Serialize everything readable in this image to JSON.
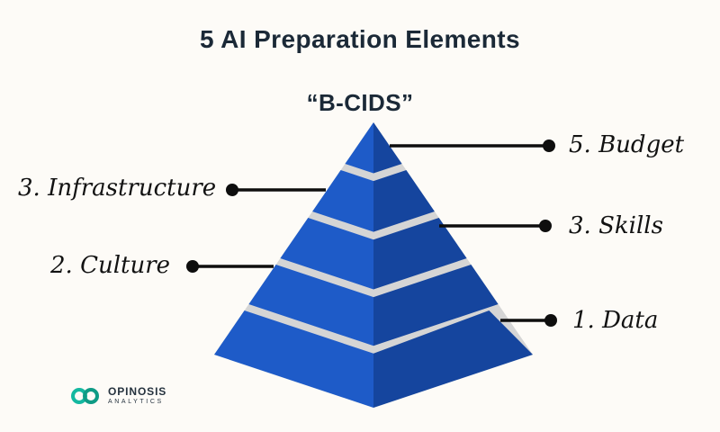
{
  "title": "5 AI Preparation Elements",
  "acronym": "“B-CIDS”",
  "callouts": {
    "budget": {
      "label": "5. Budget",
      "side": "right"
    },
    "infrastructure": {
      "label": "3. Infrastructure",
      "side": "left"
    },
    "skills": {
      "label": "3. Skills",
      "side": "right"
    },
    "culture": {
      "label": "2. Culture",
      "side": "left"
    },
    "data": {
      "label": "1. Data",
      "side": "right"
    }
  },
  "pyramid": {
    "levels_top_to_bottom": [
      "Budget",
      "Infrastructure",
      "Skills",
      "Culture",
      "Data"
    ],
    "colors": {
      "left_face": "#1e5bc8",
      "right_face": "#15459e",
      "gap": "#d5d5d5"
    }
  },
  "logo": {
    "name": "OPINOSIS",
    "tagline": "ANALYTICS",
    "mark_color": "#14b8a0"
  },
  "colors": {
    "background": "#fdfbf7",
    "heading": "#1b2937",
    "callout_line": "#0e0e0e"
  }
}
